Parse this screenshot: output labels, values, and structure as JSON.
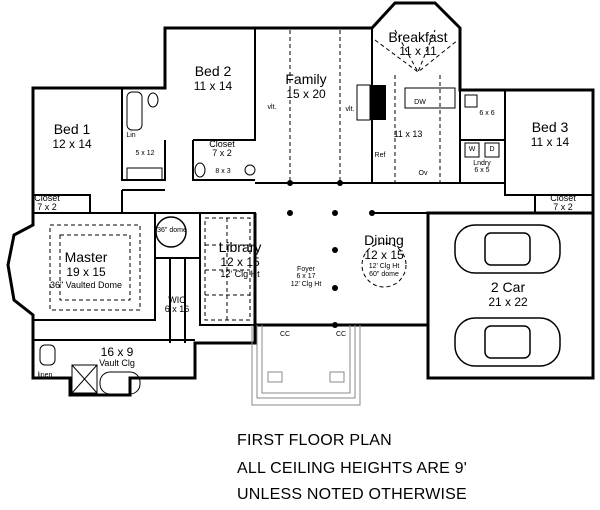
{
  "rooms": {
    "bed1": {
      "name": "Bed 1",
      "size": "12 x 14"
    },
    "bed2": {
      "name": "Bed 2",
      "size": "11 x 14"
    },
    "family": {
      "name": "Family",
      "size": "15 x 20"
    },
    "breakfast": {
      "name": "Breakfast",
      "size": "11 x 11"
    },
    "kitchen": {
      "size": "11 x 13"
    },
    "bed3": {
      "name": "Bed 3",
      "size": "11 x 14"
    },
    "closet_bed1": {
      "name": "Closet",
      "size": "7 x 2"
    },
    "closet_bed2": {
      "name": "Closet",
      "size": "7 x 2"
    },
    "closet_bed3": {
      "name": "Closet",
      "size": "7 x 2"
    },
    "bath1": {
      "size": "5 x 12",
      "linen": "Lin"
    },
    "bath2": {
      "size": "8 x 3"
    },
    "bath3": {
      "size": "6 x 6"
    },
    "laundry": {
      "name": "Lndry",
      "size": "6 x 5",
      "washer": "W",
      "dryer": "D"
    },
    "master": {
      "name": "Master",
      "size": "19 x 15",
      "note": "36\" Vaulted Dome"
    },
    "entry_dome": {
      "note": "36\" dome"
    },
    "library": {
      "name": "Library",
      "size": "12 x 15",
      "note": "12' Clg Ht"
    },
    "wic": {
      "name": "WIC",
      "size": "6 x 16"
    },
    "master_bath": {
      "size": "16 x 9",
      "note": "Vault Clg",
      "linen": "linen"
    },
    "foyer": {
      "name": "Foyer",
      "size": "6 x 17",
      "note": "12' Clg Ht"
    },
    "dining": {
      "name": "Dining",
      "size": "12 x 15",
      "note": "12' Clg Ht",
      "note2": "60\" dome"
    },
    "garage": {
      "name": "2 Car",
      "size": "21 x 22"
    }
  },
  "fixtures": {
    "vault1": "vlt.",
    "vault2": "vlt.",
    "ref": "Ref",
    "dw": "DW",
    "oven": "Ov",
    "cc": "CC"
  },
  "caption": {
    "line1": "FIRST FLOOR PLAN",
    "line2": "ALL CEILING HEIGHTS ARE 9'",
    "line3": "UNLESS NOTED OTHERWISE"
  }
}
